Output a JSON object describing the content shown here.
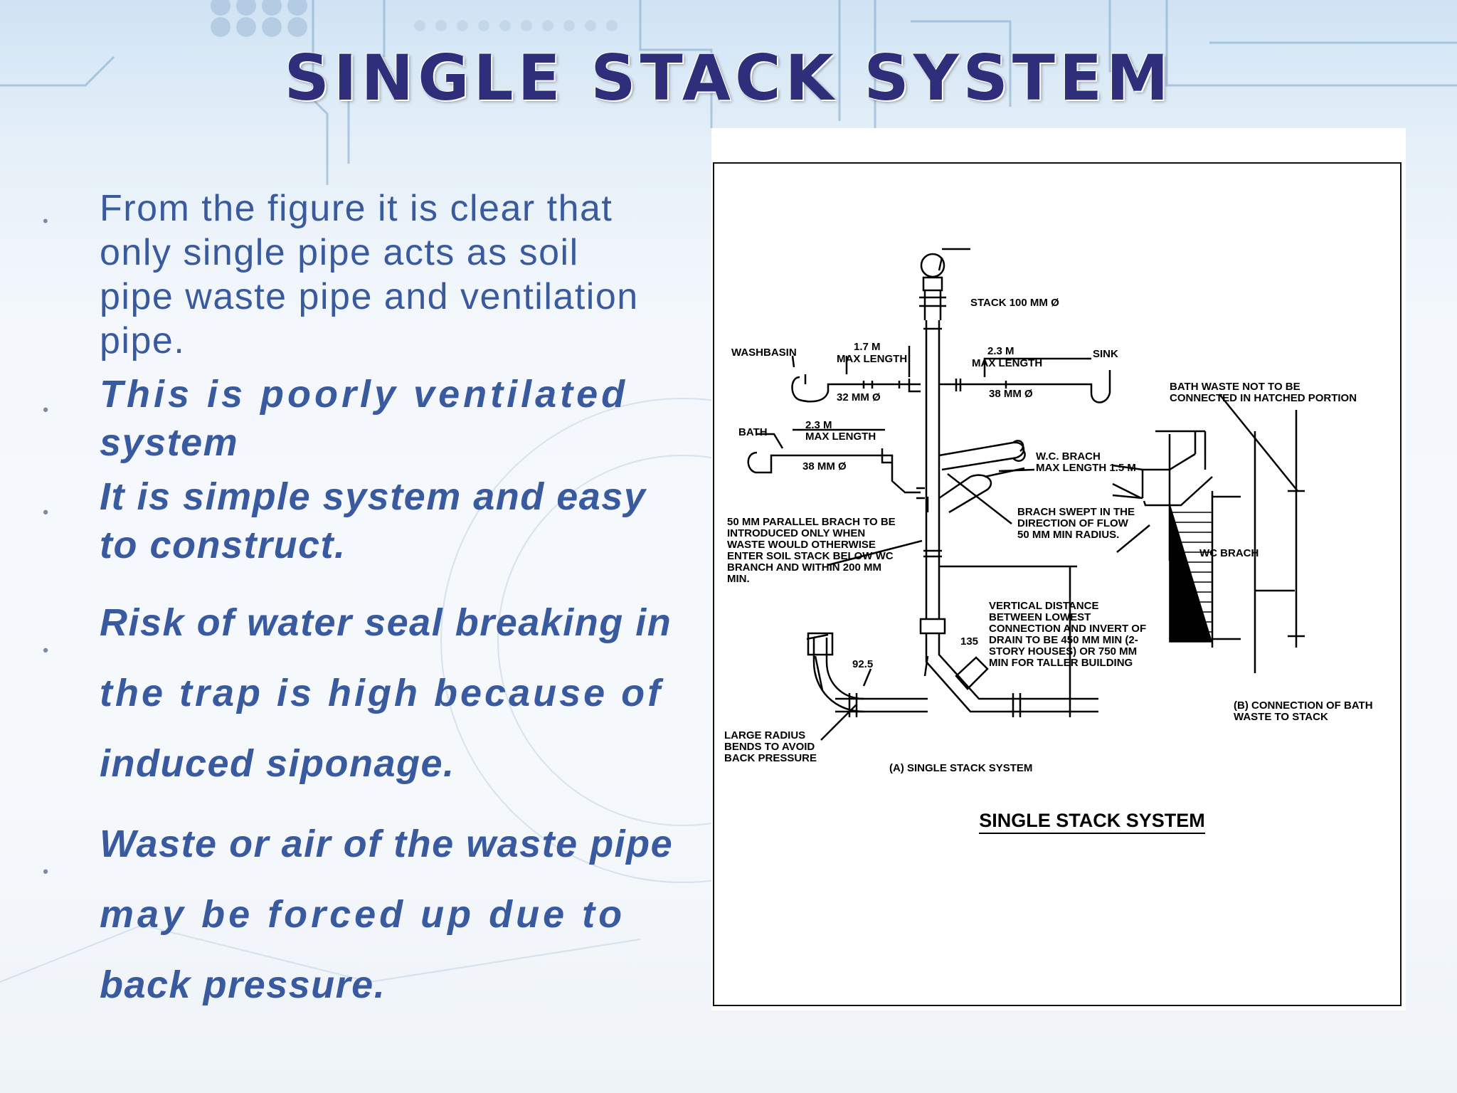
{
  "slide": {
    "title": "SINGLE STACK SYSTEM",
    "bullets": [
      {
        "lines": [
          "From the figure it is clear that",
          "only single pipe  acts as soil",
          "pipe waste pipe and ventilation",
          "pipe."
        ]
      },
      {
        "lines": [
          "This is poorly ventilated",
          "system"
        ]
      },
      {
        "lines": [
          "It is simple system and easy",
          "to construct."
        ]
      },
      {
        "lines": [
          "Risk of water seal breaking in",
          "the trap is high  because of",
          "induced siponage."
        ]
      },
      {
        "lines": [
          "Waste or air of the waste pipe",
          "may be forced  up due to",
          "back pressure."
        ]
      }
    ]
  },
  "figure": {
    "caption": "SINGLE STACK SYSTEM",
    "labels": {
      "stack": "STACK 100 MM Ø",
      "washbasin": "WASHBASIN",
      "wb_len1": "1.7 M",
      "wb_len2": "MAX  LENGTH",
      "wb_dia": "32  MM Ø",
      "sink_len1": "2.3 M",
      "sink_len2": "MAX LENGTH",
      "sink": "SINK",
      "sink_dia": "38 MM Ø",
      "bath": "BATH",
      "bath_len1": "2.3 M",
      "bath_len2": "MAX LENGTH",
      "bath_dia": "38 MM Ø",
      "wc1": "W.C. BRACH",
      "wc2": "MAX LENGTH  1.5 M",
      "swept1": "BRACH SWEPT IN THE",
      "swept2": "DIRECTION OF FLOW",
      "swept3": "50 MM MIN RADIUS.",
      "par1": "50 MM PARALLEL BRACH TO BE",
      "par2": "INTRODUCED ONLY WHEN",
      "par3": "WASTE WOULD OTHERWISE",
      "par4": "ENTER SOIL STACK BELOW WC",
      "par5": "BRANCH AND WITHIN 200 MM",
      "par6": "MIN.",
      "vert1": "VERTICAL DISTANCE",
      "vert2": "BETWEEN LOWEST",
      "vert3": "CONNECTION AND INVERT OF",
      "vert4": "DRAIN TO BE 450 MM MIN (2-",
      "vert5": "STORY HOUSES) OR 750 MM",
      "vert6": "MIN FOR TALLER BUILDING",
      "angle135": "135",
      "angle925": "92.5",
      "lr1": "LARGE RADIUS",
      "lr2": "BENDS TO AVOID",
      "lr3": "BACK PRESSURE",
      "capA": "(A)   SINGLE STACK SYSTEM",
      "bw1": "BATH WASTE NOT TO BE",
      "bw2": "CONNECTED IN HATCHED PORTION",
      "wcb": "WC BRACH",
      "capB1": "(B)   CONNECTION OF BATH",
      "capB2": "WASTE TO STACK"
    }
  }
}
